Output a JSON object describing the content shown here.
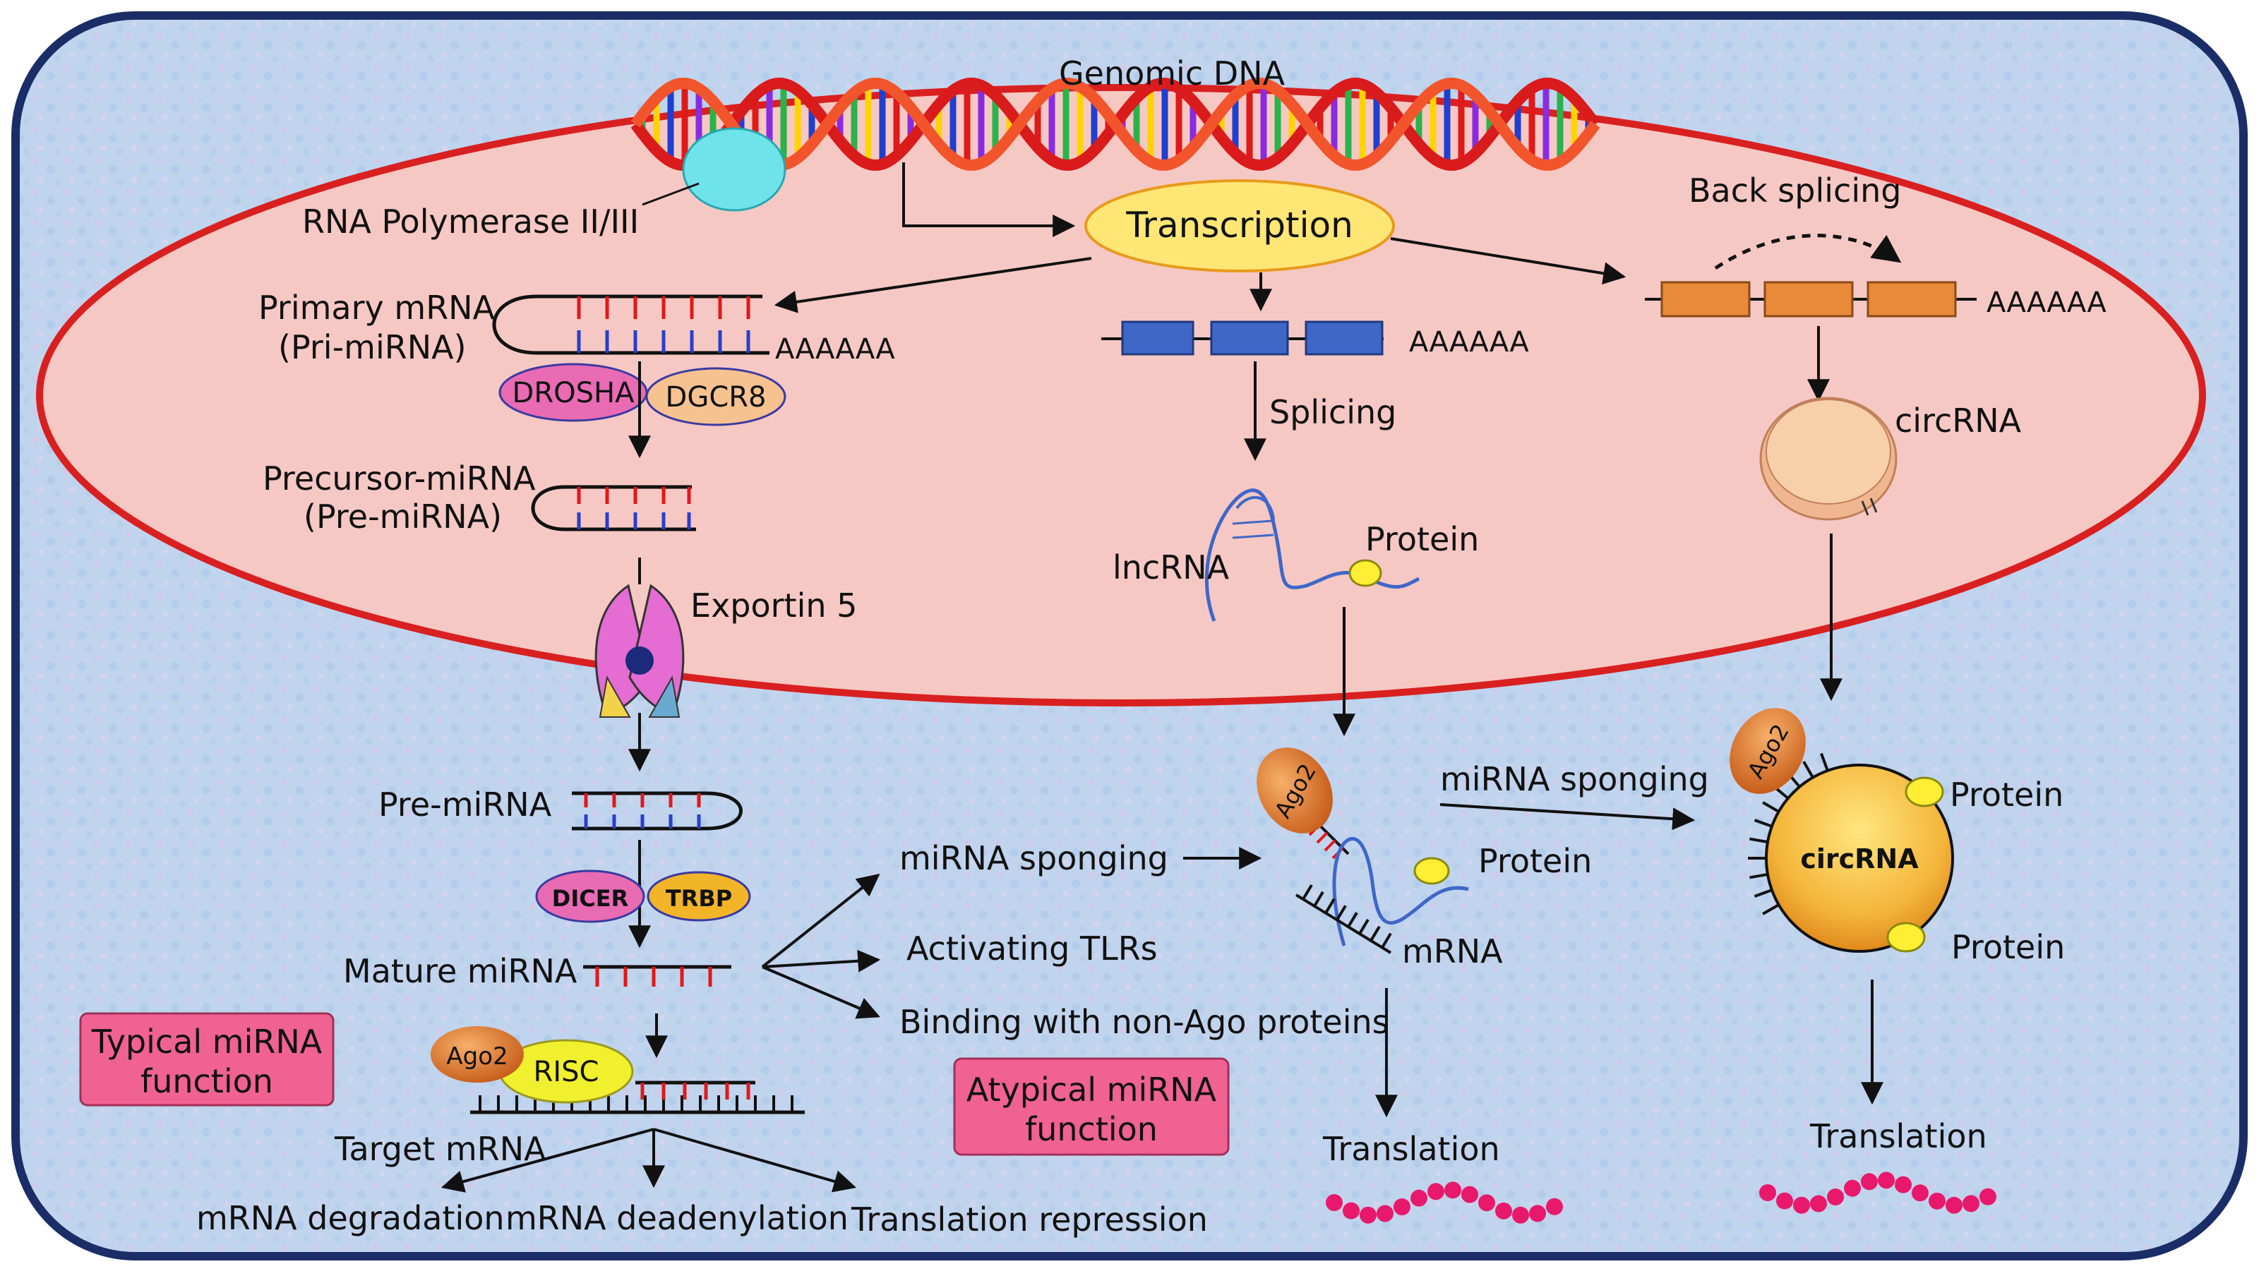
{
  "nucleus": {
    "genomic_dna": "Genomic DNA",
    "rna_polymerase": "RNA Polymerase II/III",
    "transcription": "Transcription",
    "back_splicing": "Back splicing"
  },
  "mirna_pathway": {
    "primary_line1": "Primary mRNA",
    "primary_line2": "(Pri-miRNA)",
    "poly_a": "AAAAAA",
    "drosha": "DROSHA",
    "dgcr8": "DGCR8",
    "precursor_line1": "Precursor-miRNA",
    "precursor_line2": "(Pre-miRNA)",
    "exportin": "Exportin 5",
    "pre_mirna": "Pre-miRNA",
    "dicer": "DICER",
    "trbp": "TRBP",
    "mature": "Mature miRNA",
    "ago2": "Ago2",
    "risc": "RISC",
    "target_mrna": "Target mRNA",
    "outcome_degradation": "mRNA degradation",
    "outcome_deadenylation": "mRNA deadenylation",
    "outcome_repression": "Translation repression"
  },
  "functions": {
    "typical_line1": "Typical miRNA",
    "typical_line2": "function",
    "atypical_line1": "Atypical miRNA",
    "atypical_line2": "function",
    "atypical_items": [
      "miRNA sponging",
      "Activating TLRs",
      "Binding with non-Ago proteins"
    ]
  },
  "lncrna_pathway": {
    "poly_a": "AAAAAA",
    "splicing": "Splicing",
    "lncrna": "lncRNA",
    "protein": "Protein",
    "ago2": "Ago2",
    "protein_bound": "Protein",
    "mrna": "mRNA",
    "sponging": "miRNA sponging",
    "translation": "Translation"
  },
  "circrna_pathway": {
    "poly_a": "AAAAAA",
    "circrna": "circRNA",
    "ago2": "Ago2",
    "circle_label": "circRNA",
    "protein_top": "Protein",
    "protein_bottom": "Protein",
    "translation": "Translation"
  },
  "colors": {
    "cell_fill": "#bcd0ea",
    "cell_border": "#1a2d66",
    "nucleus_fill": "#f6c8c4",
    "nucleus_border": "#d92020",
    "transcription_fill": "#ffe675",
    "exon_blue": "#3f67c8",
    "exon_orange": "#e88a3a",
    "function_box": "#f06292",
    "peptide": "#e8196a",
    "protein_yellow": "#ffee33"
  }
}
